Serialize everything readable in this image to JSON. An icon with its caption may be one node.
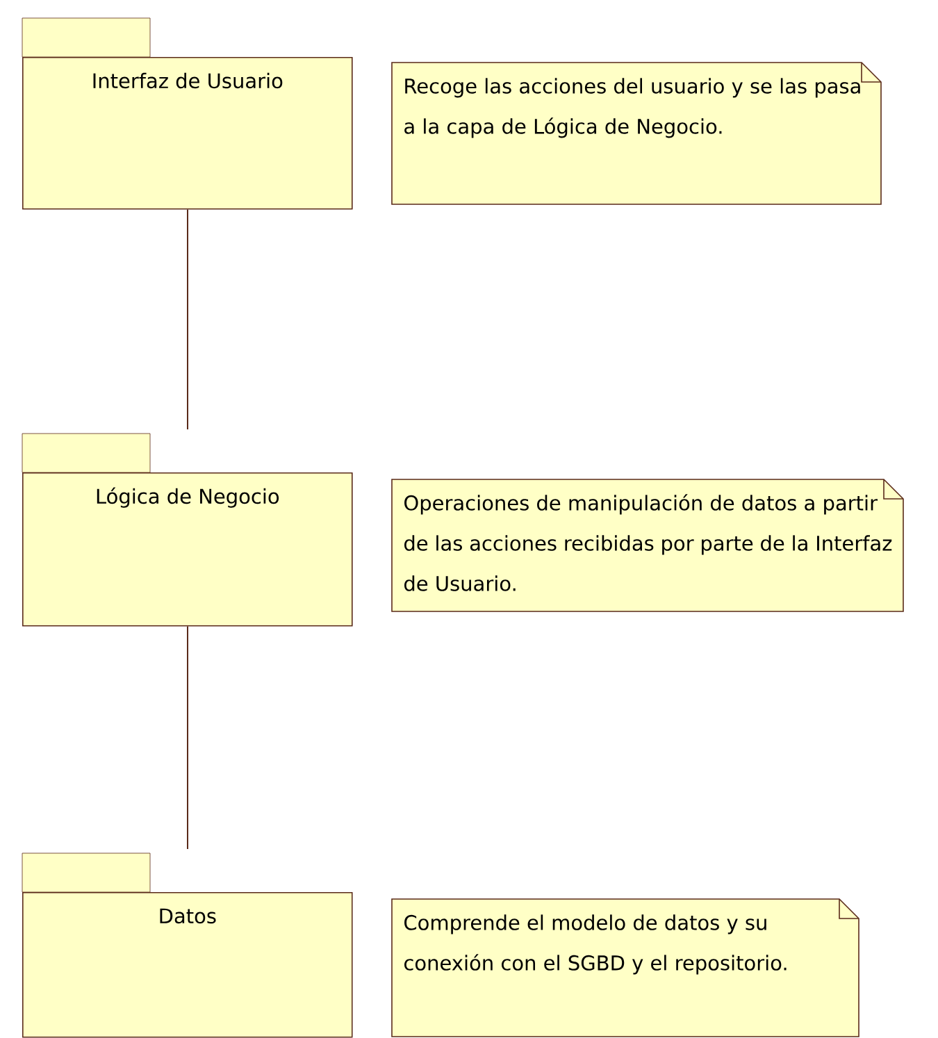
{
  "diagram": {
    "nodes": [
      {
        "text": [
          "Interfaz de Usuario"
        ]
      },
      {
        "text": [
          "Recoge las acciones del usuario y se las pasa a la capa de Lógica de Negocio."
        ]
      },
      {
        "text": [
          "Lógica de Negocio"
        ]
      },
      {
        "text": [
          "Operaciones de manipulación de datos a partir de las acciones recibidas por parte de la Interfaz de Usuario."
        ]
      },
      {
        "text": [
          "Datos"
        ]
      },
      {
        "text": [
          "Comprende el modelo de datos y su conexión con el SGBD y el repositorio."
        ]
      }
    ],
    "edges": [
      {
        "from": 0,
        "to": 2,
        "arrow": "none"
      },
      {
        "from": 2,
        "to": 4,
        "arrow": "none"
      }
    ]
  }
}
